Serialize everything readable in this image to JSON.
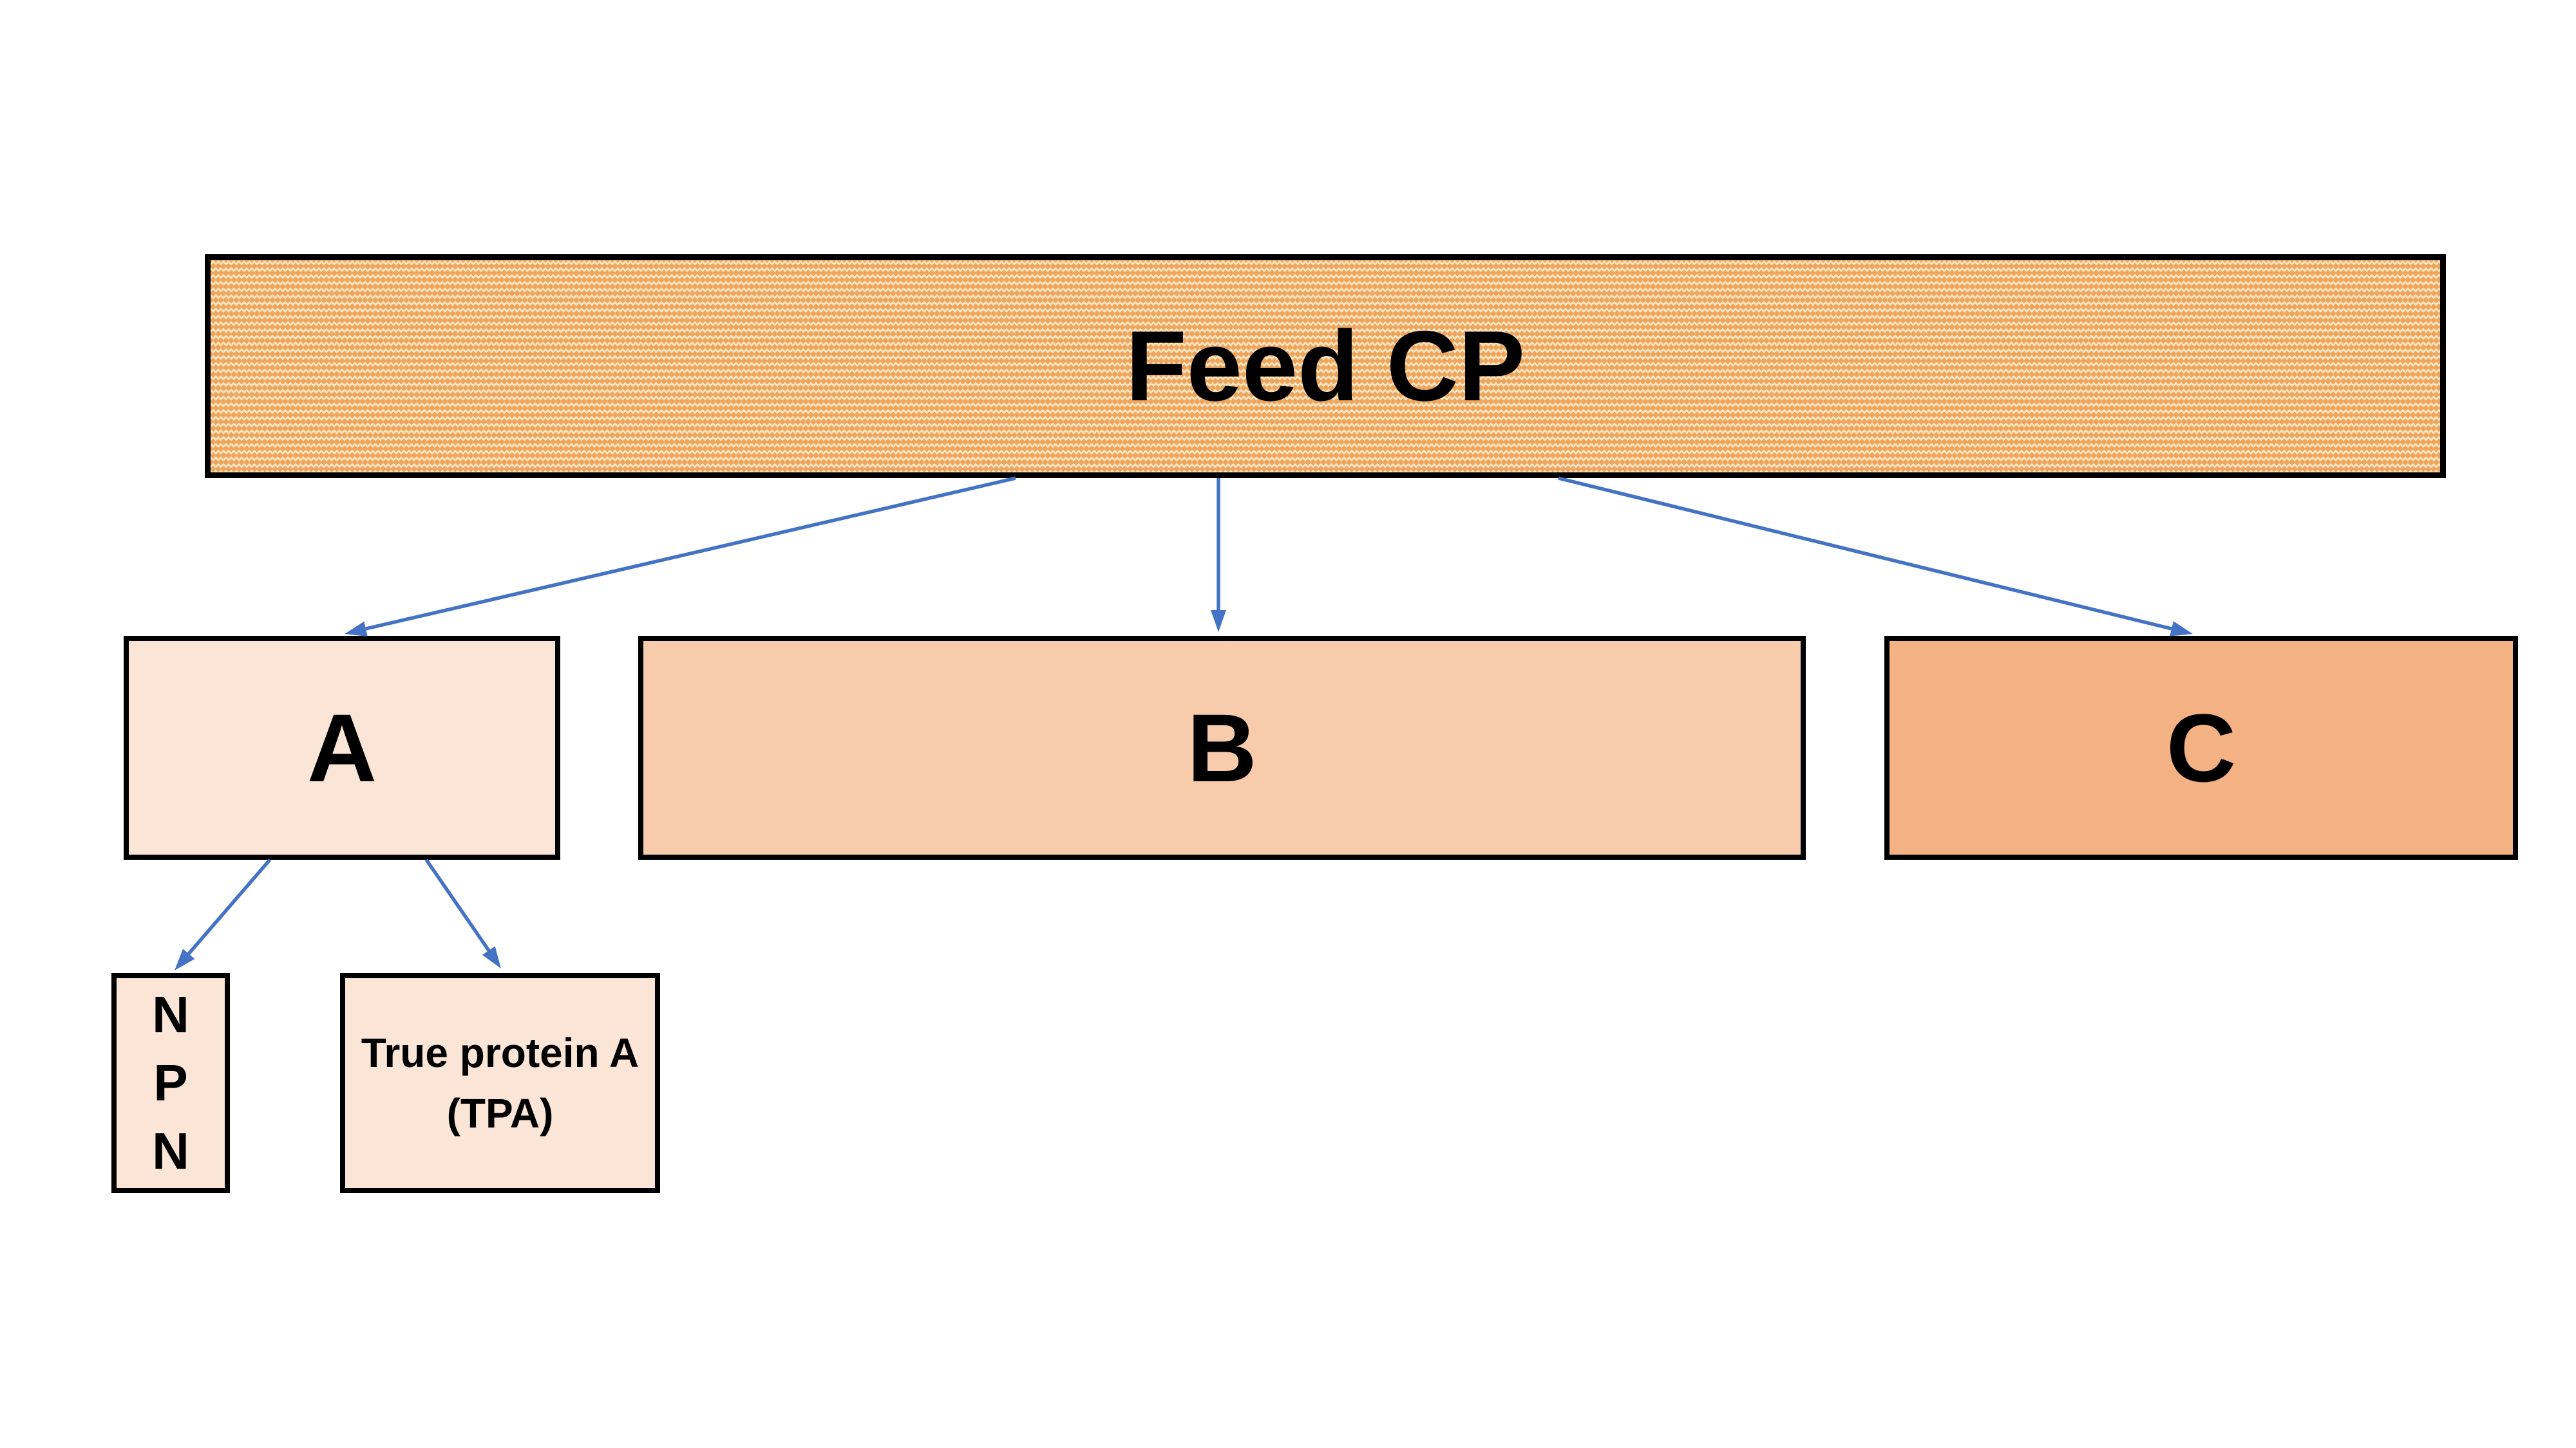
{
  "diagram": {
    "title_box": {
      "label": "Feed CP"
    },
    "boxes": {
      "a": {
        "label": "A"
      },
      "b": {
        "label": "B"
      },
      "c": {
        "label": "C"
      },
      "npn": {
        "lines": [
          "N",
          "P",
          "N"
        ]
      },
      "tpa": {
        "lines": [
          "True protein A",
          "(TPA)"
        ]
      }
    },
    "colors": {
      "page_bg": "#FFFFFF",
      "title_bg": "#EFA55C",
      "title_wave": "#F8E6C4",
      "box_a_bg": "#FBE5D6",
      "box_b_bg": "#F8CBAD",
      "box_c_bg": "#F4B183",
      "npn_bg": "#FBE5D6",
      "tpa_bg": "#FBE5D6",
      "border": "#000000",
      "text": "#000000",
      "arrow": "#4472C4"
    }
  }
}
